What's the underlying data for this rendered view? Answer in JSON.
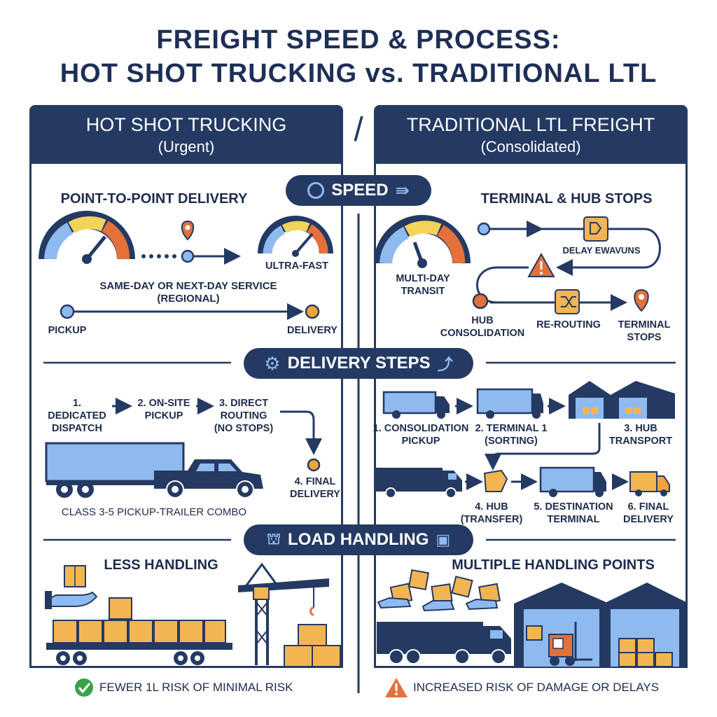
{
  "title": {
    "line1": "FREIGHT SPEED & PROCESS:",
    "line2": "HOT SHOT TRUCKING vs. TRADITIONAL LTL"
  },
  "left_header": {
    "title": "HOT SHOT TRUCKING",
    "subtitle": "(Urgent)"
  },
  "right_header": {
    "title": "TRADITIONAL LTL FREIGHT",
    "subtitle": "(Consolidated)"
  },
  "divider_slash": "/",
  "sections": {
    "speed": "SPEED",
    "delivery_steps": "DELIVERY STEPS",
    "load_handling": "LOAD HANDLING"
  },
  "speed_left": {
    "heading": "POINT-TO-POINT DELIVERY",
    "gauge_label": "ULTRA-FAST",
    "service": "SAME-DAY OR NEXT-DAY SERVICE",
    "service_sub": "(REGIONAL)",
    "pickup": "PICKUP",
    "delivery": "DELIVERY"
  },
  "speed_right": {
    "heading": "TERMINAL & HUB STOPS",
    "gauge_label_1": "MULTI-DAY",
    "gauge_label_2": "TRANSIT",
    "delay": "DELAY EWAVUNS",
    "hub_1": "HUB",
    "hub_2": "CONSOLIDATION",
    "rerouting": "RE-ROUTING",
    "terminal_1": "TERMINAL",
    "terminal_2": "STOPS"
  },
  "steps_left": {
    "s1a": "1.",
    "s1b": "DEDICATED",
    "s1c": "DISPATCH",
    "s2a": "2. ON-SITE",
    "s2b": "PICKUP",
    "s3a": "3. DIRECT",
    "s3b": "ROUTING",
    "s3c": "(NO STOPS)",
    "s4a": "4. FINAL",
    "s4b": "DELIVERY",
    "vehicle": "CLASS 3-5 PICKUP-TRAILER COMBO"
  },
  "steps_right": {
    "s1a": "1. CONSOLIDATION",
    "s1b": "PICKUP",
    "s2a": "2. TERMINAL 1",
    "s2b": "(SORTING)",
    "s3a": "3. HUB",
    "s3b": "TRANSPORT",
    "s4a": "4. HUB",
    "s4b": "(TRANSFER)",
    "s5a": "5. DESTINATION",
    "s5b": "TERMINAL",
    "s6a": "6. FINAL",
    "s6b": "DELIVERY"
  },
  "load_left": {
    "heading": "LESS HANDLING",
    "footer": "FEWER 1L RISK OF MINIMAL RISK"
  },
  "load_right": {
    "heading": "MULTIPLE HANDLING POINTS",
    "footer": "INCREASED RISK OF DAMAGE OR DELAYS"
  },
  "colors": {
    "navy": "#243a63",
    "light_blue": "#8fbaf0",
    "orange": "#f0a338",
    "red_orange": "#e4703a",
    "green": "#3aa24a",
    "box": "#f3b552"
  }
}
